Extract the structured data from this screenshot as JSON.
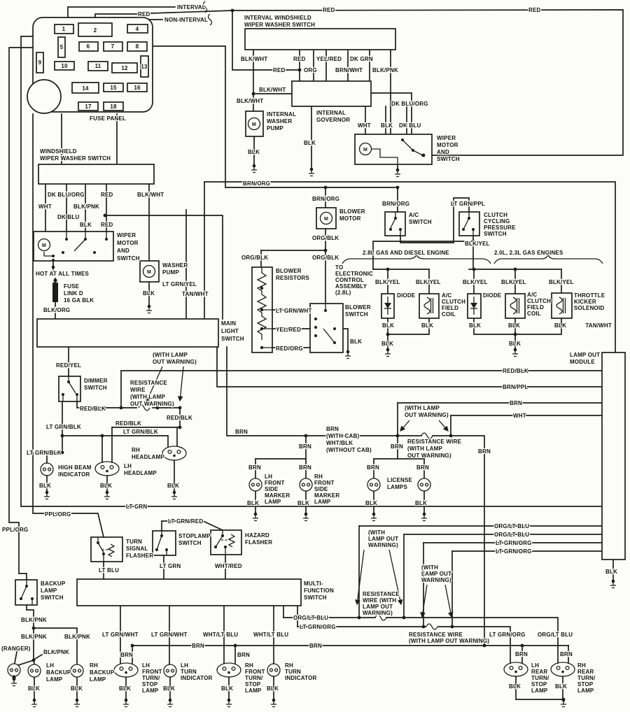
{
  "w": {
    "red": "RED",
    "blk": "BLK",
    "wht": "WHT",
    "brn": "BRN",
    "org": "ORG",
    "blk_wht": "BLK/WHT",
    "yel_red": "YEL/RED",
    "dk_grn": "DK GRN",
    "brn_wht": "BRN/WHT",
    "blk_pnk": "BLK/PNK",
    "dk_blu_org": "DK BLU/ORG",
    "dk_blu": "DK BLU",
    "blk_org": "BLK/ORG",
    "brn_org": "BRN/ORG",
    "lt_grn_ppl": "LT GRN/PPL",
    "blk_yel": "BLK/YEL",
    "org_blk": "ORG/BLK",
    "lt_grn_wht": "LT GRN/WHT",
    "red_org": "RED/ORG",
    "lt_grn_yel": "LT GRN/YEL",
    "tan_wht": "TAN/WHT",
    "red_yel": "RED/YEL",
    "red_blk": "RED/BLK",
    "lt_grn_blk": "LT GRN/BLK",
    "brn_ppl": "BRN/PPL",
    "lt_grn": "LT GRN",
    "ppl_org": "PPL/ORG",
    "lt_grn_red": "LT GRN/RED",
    "lt_blu": "LT BLU",
    "wht_red": "WHT/RED",
    "org_lt_blu": "ORG/LT BLU",
    "lt_grn_org": "LT GRN/ORG",
    "wht_lt_blu": "WHT/LT BLU"
  },
  "c": {
    "interval": "INTERVAL",
    "non_interval": "NON-INTERVAL",
    "interval_wiper": [
      "INTERVAL WINDSHIELD",
      "WIPER WASHER SWITCH"
    ],
    "internal_governor": [
      "INTERNAL",
      "GOVERNOR"
    ],
    "internal_washer_pump": [
      "INTERNAL",
      "WASHER",
      "PUMP"
    ],
    "wiper_motor_switch": [
      "WIPER",
      "MOTOR",
      "AND",
      "SWITCH"
    ],
    "windshield_wiper": [
      "WINDSHIELD",
      "WIPER WASHER SWITCH"
    ],
    "washer_pump": [
      "WASHER",
      "PUMP"
    ],
    "hot": "HOT AT ALL TIMES",
    "fuse_link": [
      "FUSE",
      "LINK D",
      "16 GA BLK"
    ],
    "fuse_panel": "FUSE PANEL",
    "main_light": [
      "MAIN",
      "LIGHT",
      "SWITCH"
    ],
    "dimmer": [
      "DIMMER",
      "SWITCH"
    ],
    "high_beam": [
      "HIGH BEAM",
      "INDICATOR"
    ],
    "lh_headlamp": [
      "LH",
      "HEADLAMP"
    ],
    "rh_headlamp": [
      "RH",
      "HEADLAMP"
    ],
    "blower_motor": [
      "BLOWER",
      "MOTOR"
    ],
    "blower_resistors": [
      "BLOWER",
      "RESISTORS"
    ],
    "blower_switch": [
      "BLOWER",
      "SWITCH"
    ],
    "to_eca": [
      "TO",
      "ELECTRONIC",
      "CONTROL",
      "ASSEMBLY",
      "(2.8L)"
    ],
    "ac_switch": [
      "A/C",
      "SWITCH"
    ],
    "clutch_cycling": [
      "CLUTCH",
      "CYCLING",
      "PRESSURE",
      "SWITCH"
    ],
    "engine_28": "2.8L GAS AND DIESEL ENGINE",
    "engine_20": "2.0L, 2.3L GAS ENGINES",
    "diode": "DIODE",
    "ac_coil": [
      "A/C",
      "CLUTCH",
      "FIELD",
      "COIL"
    ],
    "throttle_kicker": [
      "THROTTLE",
      "KICKER",
      "SOLENOID"
    ],
    "lamp_out": [
      "LAMP OUT",
      "MODULE"
    ],
    "lh_marker": [
      "LH",
      "FRONT",
      "SIDE",
      "MARKER",
      "LAMP"
    ],
    "rh_marker": [
      "RH",
      "FRONT",
      "SIDE",
      "MARKER",
      "LAMP"
    ],
    "license": [
      "LICENSE",
      "LAMPS"
    ],
    "turn_flasher": [
      "TURN",
      "SIGNAL",
      "FLASHER"
    ],
    "stoplamp": [
      "STOPLAMP",
      "SWITCH"
    ],
    "hazard": [
      "HAZARD",
      "FLASHER"
    ],
    "backup_switch": [
      "BACKUP",
      "LAMP",
      "SWITCH"
    ],
    "multi_function": [
      "MULTI-",
      "FUNCTION",
      "SWITCH"
    ],
    "ranger": "(RANGER)",
    "lh_backup": [
      "LH",
      "BACKUP",
      "LAMP"
    ],
    "rh_backup": [
      "RH",
      "BACKUP",
      "LAMP"
    ],
    "lh_front_ts": [
      "LH",
      "FRONT",
      "TURN/",
      "STOP",
      "LAMP"
    ],
    "rh_front_ts": [
      "RH",
      "FRONT",
      "TURN/",
      "STOP",
      "LAMP"
    ],
    "lh_turn_ind": [
      "LH",
      "TURN",
      "INDICATOR"
    ],
    "rh_turn_ind": [
      "RH",
      "TURN",
      "INDICATOR"
    ],
    "lh_rear_ts": [
      "LH",
      "REAR",
      "TURN/",
      "STOP",
      "LAMP"
    ],
    "rh_rear_ts": [
      "RH",
      "REAR",
      "TURN/",
      "STOP",
      "LAMP"
    ],
    "motor": "M"
  },
  "n": {
    "wlow2": [
      "(WITH LAMP",
      "OUT WARNING)"
    ],
    "wlow3": [
      "(WITH",
      "LAMP OUT",
      "WARNING)"
    ],
    "res4": [
      "RESISTANCE",
      "WIRE",
      "(WITH LAMP",
      "OUT WARNING)"
    ],
    "res3": [
      "RESISTANCE WIRE",
      "(WITH LAMP",
      "OUT WARNING)"
    ],
    "resb": [
      "RESISTANCE",
      "WIRE (WITH",
      "LAMP OUT",
      "WARNING)"
    ],
    "res2": [
      "RESISTANCE WIRE",
      "(WITH LAMP OUT WARNING)"
    ],
    "cab": [
      "BRN",
      "(WITH CAB)",
      "WHT/BLK",
      "(WITHOUT CAB)"
    ]
  },
  "fuses": [
    "1",
    "2",
    "4",
    "5",
    "6",
    "7",
    "8",
    "9",
    "10",
    "11",
    "12",
    "13",
    "14",
    "15",
    "16",
    "17",
    "18"
  ]
}
